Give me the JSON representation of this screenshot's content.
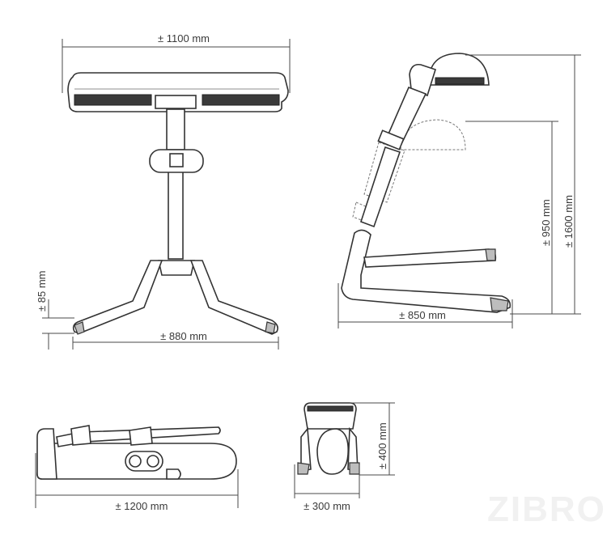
{
  "front_view": {
    "width_label": "± 1100 mm",
    "base_width_label": "± 880 mm",
    "foot_height_label": "± 85 mm"
  },
  "side_view": {
    "base_depth_label": "± 850 mm",
    "min_height_label": "± 950 mm",
    "max_height_label": "± 1600 mm"
  },
  "folded_view": {
    "length_label": "± 1200 mm"
  },
  "folded_end_view": {
    "width_label": "± 300 mm",
    "height_label": "± 400 mm"
  },
  "watermark": "ZIBRO"
}
